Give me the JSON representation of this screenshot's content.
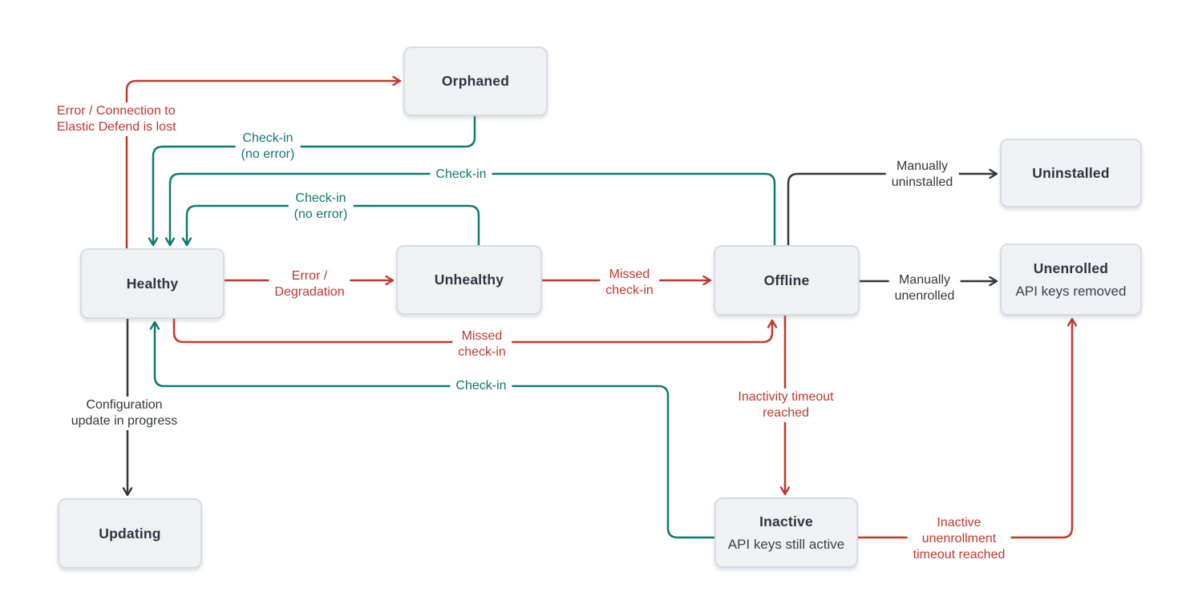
{
  "palette": {
    "error": "#c0392e",
    "success": "#0e7a70",
    "neutral": "#33373e",
    "node_fill": "#f0f1f3",
    "node_border": "#d6dce6",
    "node_text": "#2f3540",
    "background": "#ffffff"
  },
  "nodes": [
    {
      "id": "orphaned",
      "label": "Orphaned"
    },
    {
      "id": "uninstalled",
      "label": "Uninstalled"
    },
    {
      "id": "healthy",
      "label": "Healthy"
    },
    {
      "id": "unhealthy",
      "label": "Unhealthy"
    },
    {
      "id": "offline",
      "label": "Offline"
    },
    {
      "id": "unenrolled",
      "label": "Unenrolled",
      "sublabel": "API keys removed"
    },
    {
      "id": "updating",
      "label": "Updating"
    },
    {
      "id": "inactive",
      "label": "Inactive",
      "sublabel": "API keys still active"
    }
  ],
  "edges": [
    {
      "id": "healthy-orphaned",
      "from": "healthy",
      "to": "orphaned",
      "color": "error",
      "label": "Error / Connection to\nElastic Defend is lost"
    },
    {
      "id": "orphaned-healthy",
      "from": "orphaned",
      "to": "healthy",
      "color": "success",
      "label": "Check-in\n(no error)"
    },
    {
      "id": "offline-healthy",
      "from": "offline",
      "to": "healthy",
      "color": "success",
      "label": "Check-in"
    },
    {
      "id": "unhealthy-healthy",
      "from": "unhealthy",
      "to": "healthy",
      "color": "success",
      "label": "Check-in\n(no error)"
    },
    {
      "id": "healthy-unhealthy",
      "from": "healthy",
      "to": "unhealthy",
      "color": "error",
      "label": "Error /\nDegradation"
    },
    {
      "id": "unhealthy-offline",
      "from": "unhealthy",
      "to": "offline",
      "color": "error",
      "label": "Missed\ncheck-in"
    },
    {
      "id": "healthy-offline",
      "from": "healthy",
      "to": "offline",
      "color": "error",
      "label": "Missed\ncheck-in"
    },
    {
      "id": "inactive-healthy",
      "from": "inactive",
      "to": "healthy",
      "color": "success",
      "label": "Check-in"
    },
    {
      "id": "healthy-updating",
      "from": "healthy",
      "to": "updating",
      "color": "neutral",
      "label": "Configuration\nupdate in progress"
    },
    {
      "id": "offline-uninstalled",
      "from": "offline",
      "to": "uninstalled",
      "color": "neutral",
      "label": "Manually\nuninstalled"
    },
    {
      "id": "offline-unenrolled",
      "from": "offline",
      "to": "unenrolled",
      "color": "neutral",
      "label": "Manually\nunenrolled"
    },
    {
      "id": "offline-inactive",
      "from": "offline",
      "to": "inactive",
      "color": "error",
      "label": "Inactivity timeout\nreached"
    },
    {
      "id": "inactive-unenrolled",
      "from": "inactive",
      "to": "unenrolled",
      "color": "error",
      "label": "Inactive\nunenrollment\ntimeout reached"
    }
  ]
}
